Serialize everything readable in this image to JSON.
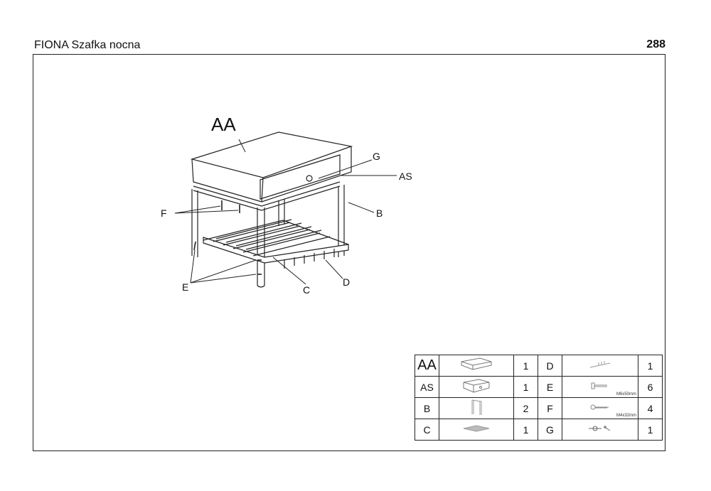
{
  "header": {
    "title": "FIONA Szafka nocna",
    "page": "288"
  },
  "callouts": {
    "AA": "AA",
    "AS": "AS",
    "G": "G",
    "B": "B",
    "F": "F",
    "E": "E",
    "C": "C",
    "D": "D"
  },
  "parts": [
    {
      "code": "AA",
      "qty": "1",
      "icon": "table-top-icon",
      "code2": "D",
      "qty2": "1",
      "icon2": "shelf-slat-icon",
      "spec2": ""
    },
    {
      "code": "AS",
      "qty": "1",
      "icon": "drawer-icon",
      "code2": "E",
      "qty2": "6",
      "icon2": "bolt-icon",
      "spec2": "M6x50mm"
    },
    {
      "code": "B",
      "qty": "2",
      "icon": "leg-frame-icon",
      "code2": "F",
      "qty2": "4",
      "icon2": "screw-icon",
      "spec2": "M4x32mm"
    },
    {
      "code": "C",
      "qty": "1",
      "icon": "slatted-shelf-icon",
      "code2": "G",
      "qty2": "1",
      "icon2": "knob-icon",
      "spec2": ""
    }
  ]
}
